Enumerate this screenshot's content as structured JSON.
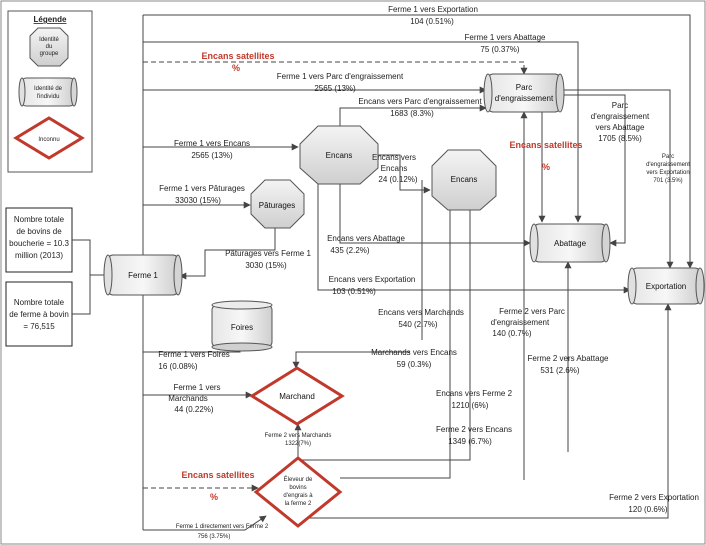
{
  "legend": {
    "title": "Légende",
    "group_identity": [
      "Identité",
      "du",
      "groupe"
    ],
    "individual_identity": [
      "Identité de",
      "l'individu"
    ],
    "unknown": "Inconnu"
  },
  "totals": {
    "cattle": [
      "Nombre totale",
      "de bovins de",
      "boucherie = 10.3",
      "million (2013)"
    ],
    "farms": [
      "Nombre totale",
      "de ferme à bovin",
      "= 76,515"
    ]
  },
  "nodes": {
    "ferme1": "Ferme 1",
    "encans": "Encans",
    "encans2": "Encans",
    "paturages": "Pâturages",
    "foires": "Foires",
    "marchand": "Marchand",
    "eleveur": [
      "Éleveur de",
      "bovins",
      "d'engrais à",
      "la ferme 2"
    ],
    "parc": [
      "Parc",
      "d'engraissement"
    ],
    "abattage": "Abattage",
    "exportation": "Exportation"
  },
  "satellite": {
    "text": "Encans satellites",
    "pct": "%"
  },
  "edges": {
    "f1_export": [
      "Ferme 1 vers Exportation",
      "104 (0.51%)"
    ],
    "f1_abattage": [
      "Ferme 1 vers Abattage",
      "75 (0.37%)"
    ],
    "f1_parc": [
      "Ferme 1 vers Parc d'engraissement",
      "2565 (13%)"
    ],
    "encans_parc": [
      "Encans vers Parc d'engraissement",
      "1683 (8.3%)"
    ],
    "f1_encans": [
      "Ferme 1 vers Encans",
      "2565 (13%)"
    ],
    "encans_encans": [
      "Encans vers",
      "Encans",
      "24 (0.12%)"
    ],
    "f1_paturages": [
      "Ferme 1 vers Pâturages",
      "33030 (15%)"
    ],
    "paturages_f1": [
      "Pâturages vers Ferme 1",
      "3030 (15%)"
    ],
    "encans_abattage": [
      "Encans vers Abattage",
      "435 (2.2%)"
    ],
    "encans_export": [
      "Encans vers Exportation",
      "103 (0.51%)"
    ],
    "encans_marchands": [
      "Encans vers Marchands",
      "540 (2.7%)"
    ],
    "parc_abattage": [
      "Parc",
      "d'engraissement",
      "vers Abattage",
      "1705 (8.5%)"
    ],
    "parc_export": [
      "Parc",
      "d'engraissement",
      "vers Exportation",
      "701 (3.5%)"
    ],
    "f2_parc": [
      "Ferme 2 vers Parc",
      "d'engraissement",
      "140 (0.7%)"
    ],
    "f1_foires": [
      "Ferme 1 vers Foires",
      "16 (0.08%)"
    ],
    "marchands_encans": [
      "Marchands vers Encans",
      "59 (0.3%)"
    ],
    "f2_abattage": [
      "Ferme 2 vers Abattage",
      "531 (2.6%)"
    ],
    "f1_marchands": [
      "Ferme 1 vers",
      "Marchands",
      "44 (0.22%)"
    ],
    "encans_f2": [
      "Encans vers Ferme 2",
      "1210 (6%)"
    ],
    "f2_marchands": [
      "Ferme 2 vers Marchands",
      "1322(7%)"
    ],
    "f2_encans": [
      "Ferme 2 vers Encans",
      "1349 (6.7%)"
    ],
    "f2_export": [
      "Ferme 2 vers Exportation",
      "120 (0.6%)"
    ],
    "f1_f2": [
      "Ferme 1 directement vers Ferme 2",
      "756 (3.75%)"
    ]
  }
}
